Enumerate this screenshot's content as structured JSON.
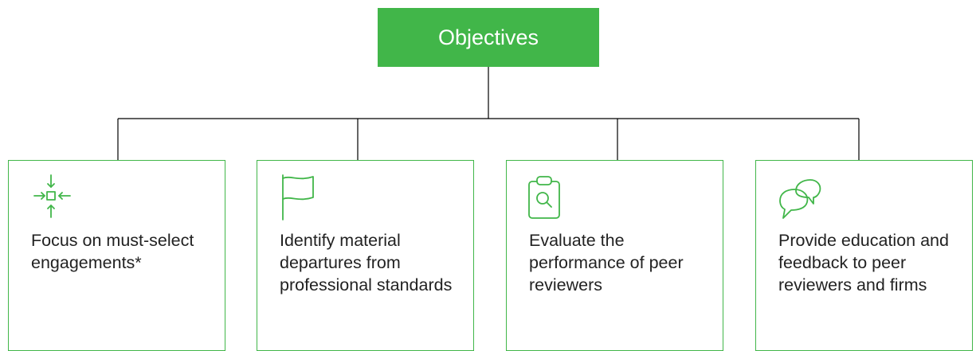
{
  "root": {
    "label": "Objectives"
  },
  "colors": {
    "accent": "#41b649",
    "line": "#000000",
    "text": "#222222"
  },
  "cards": [
    {
      "icon": "focus-target-icon",
      "label": "Focus on must-select engagements*"
    },
    {
      "icon": "flag-icon",
      "label": "Identify material departures from professional standards"
    },
    {
      "icon": "clipboard-search-icon",
      "label": "Evaluate the performance of peer reviewers"
    },
    {
      "icon": "speech-bubbles-icon",
      "label": "Provide education and feedback to peer reviewers and firms"
    }
  ]
}
